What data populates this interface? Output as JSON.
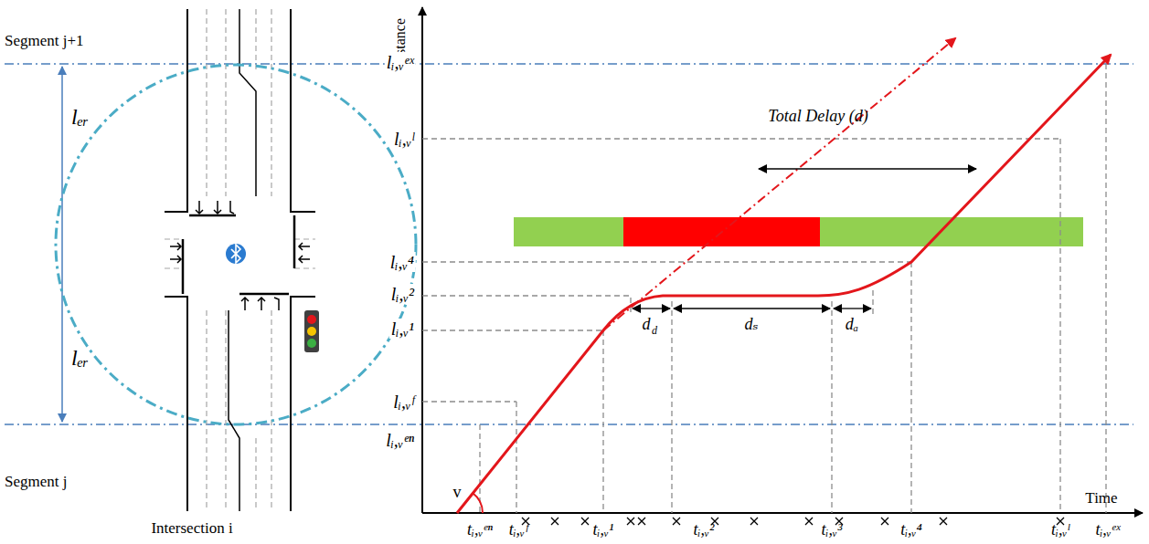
{
  "diagram": {
    "labels": [
      "Segment j+1",
      "lₑᵣ",
      "lₑᵣ",
      "Segment j",
      "Intersection i",
      "Distance",
      "lᵢ,ᵥᵉˣ",
      "lᵢ,ᵥˡ",
      "lᵢ,ᵥ⁴",
      "lᵢ,ᵥ²",
      "lᵢ,ᵥ¹",
      "lᵢ,ᵥᶠ",
      "lᵢ,ᵥᵉⁿ",
      "Total Delay (d)",
      "d",
      "d",
      "dₛ",
      "dₐ",
      "v",
      "Time",
      "tᵢ,ᵥᵉⁿ",
      "tᵢ,ᵥᶠ",
      "tᵢ,ᵥ¹",
      "tᵢ,ᵥ²",
      "tᵢ,ᵥ³",
      "tᵢ,ᵥ⁴",
      "tᵢ,ᵥˡ",
      "tᵢ,ᵥᵉˣ"
    ]
  }
}
